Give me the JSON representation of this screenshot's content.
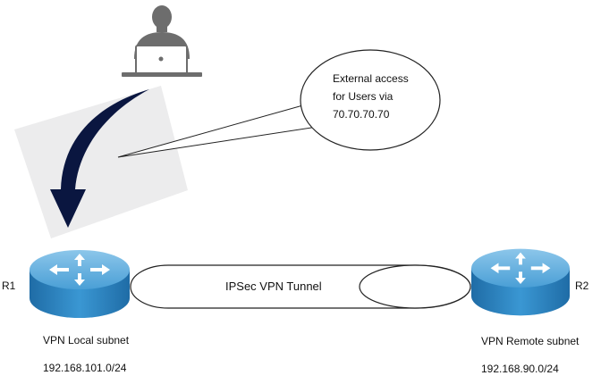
{
  "routers": [
    {
      "id": "r1",
      "label": "R1",
      "subnet_title": "VPN Local subnet",
      "subnet": "192.168.101.0/24"
    },
    {
      "id": "r2",
      "label": "R2",
      "subnet_title": "VPN Remote subnet",
      "subnet": "192.168.90.0/24"
    }
  ],
  "tunnel": {
    "label": "IPSec VPN Tunnel"
  },
  "callout": {
    "lines": [
      "External access",
      "for Users via",
      "70.70.70.70"
    ]
  },
  "icons": [
    "user-laptop-icon",
    "router-icon",
    "curved-arrow-icon"
  ],
  "colors": {
    "router_body": "#2f86c3",
    "router_top": "#5aa8da",
    "arrow": "#0a1640",
    "shadow_panel": "#ededee",
    "user": "#6d6d6d"
  }
}
